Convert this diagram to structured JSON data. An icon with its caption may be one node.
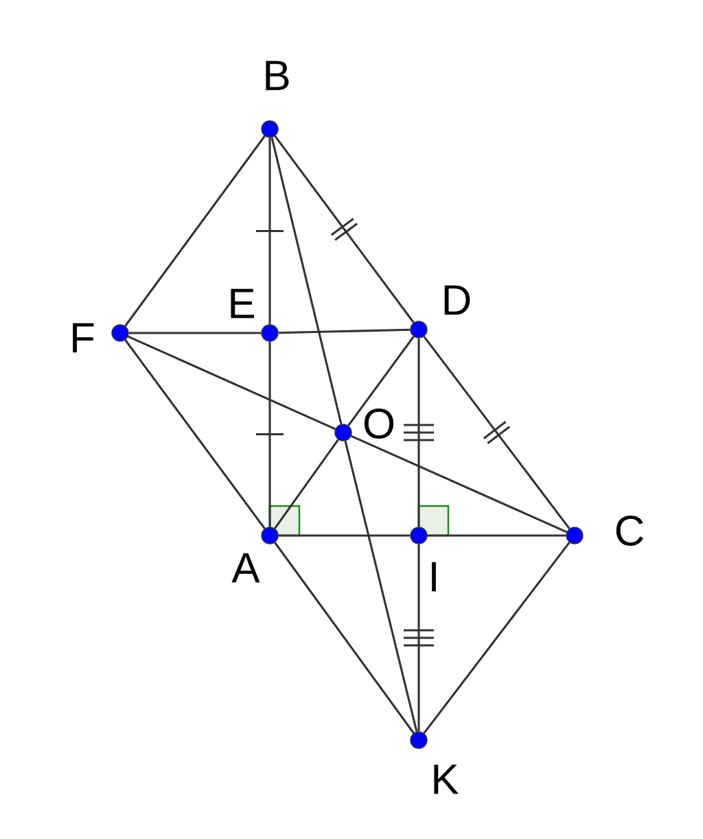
{
  "diagram": {
    "nodes": [
      {
        "text": [],
        "shape": "circle",
        "beside": [
          "B"
        ]
      },
      {
        "text": [],
        "shape": "circle",
        "beside": [
          "E"
        ]
      },
      {
        "text": [],
        "shape": "circle",
        "beside": [
          "F"
        ]
      },
      {
        "text": [],
        "shape": "circle",
        "beside": [
          "D"
        ]
      },
      {
        "text": [],
        "shape": "circle",
        "beside": [
          "O"
        ]
      },
      {
        "text": [],
        "shape": "circle",
        "beside": [
          "A"
        ]
      },
      {
        "text": [],
        "shape": "circle",
        "beside": [
          "I"
        ]
      },
      {
        "text": [],
        "shape": "circle",
        "beside": [
          "C"
        ]
      },
      {
        "text": [],
        "shape": "circle",
        "beside": [
          "K"
        ]
      }
    ],
    "edges": [
      {
        "from": 0,
        "to": 2,
        "arrow": "none"
      },
      {
        "from": 0,
        "to": 3,
        "arrow": "none"
      },
      {
        "from": 0,
        "to": 1,
        "arrow": "none"
      },
      {
        "from": 1,
        "to": 5,
        "arrow": "none"
      },
      {
        "from": 0,
        "to": 4,
        "arrow": "none"
      },
      {
        "from": 4,
        "to": 8,
        "arrow": "none"
      },
      {
        "from": 2,
        "to": 1,
        "arrow": "none"
      },
      {
        "from": 1,
        "to": 3,
        "arrow": "none"
      },
      {
        "from": 2,
        "to": 5,
        "arrow": "none"
      },
      {
        "from": 2,
        "to": 4,
        "arrow": "none"
      },
      {
        "from": 4,
        "to": 7,
        "arrow": "none"
      },
      {
        "from": 5,
        "to": 4,
        "arrow": "none"
      },
      {
        "from": 4,
        "to": 3,
        "arrow": "none"
      },
      {
        "from": 3,
        "to": 6,
        "arrow": "none"
      },
      {
        "from": 6,
        "to": 8,
        "arrow": "none"
      },
      {
        "from": 3,
        "to": 7,
        "arrow": "none"
      },
      {
        "from": 5,
        "to": 6,
        "arrow": "none"
      },
      {
        "from": 6,
        "to": 7,
        "arrow": "none"
      },
      {
        "from": 5,
        "to": 8,
        "arrow": "none"
      },
      {
        "from": 7,
        "to": 8,
        "arrow": "none"
      }
    ]
  }
}
